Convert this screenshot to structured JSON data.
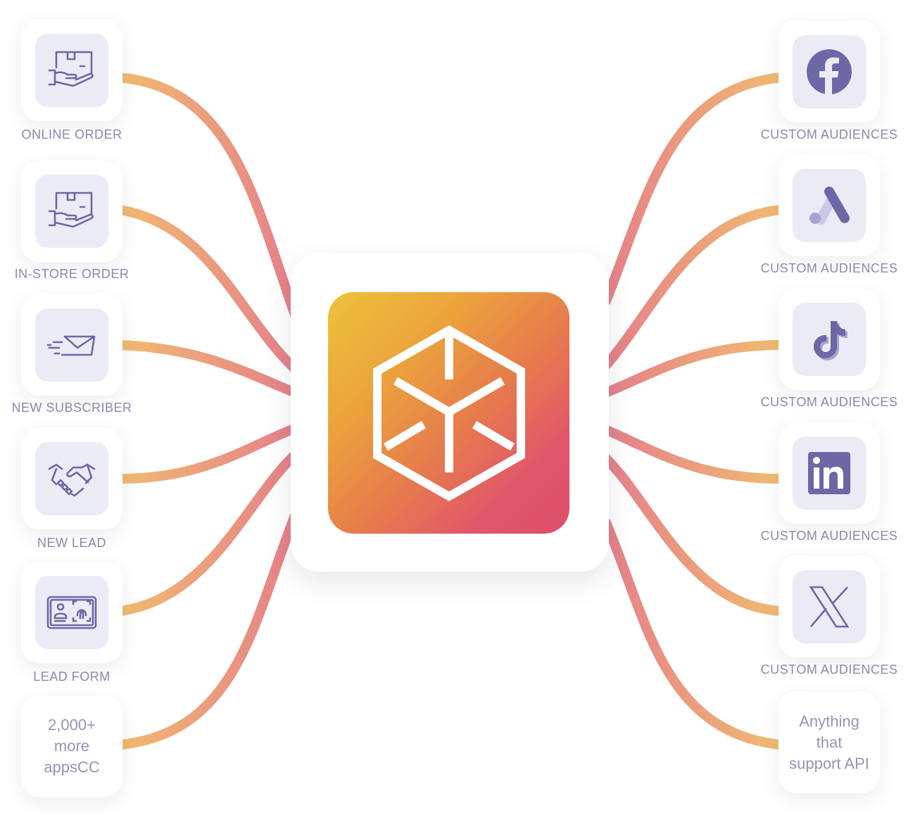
{
  "sources": [
    {
      "label": "ONLINE ORDER",
      "icon": "box-in-hand-icon"
    },
    {
      "label": "IN-STORE ORDER",
      "icon": "box-in-hand-icon"
    },
    {
      "label": "NEW SUBSCRIBER",
      "icon": "fast-mail-icon"
    },
    {
      "label": "NEW LEAD",
      "icon": "handshake-icon"
    },
    {
      "label": "LEAD FORM",
      "icon": "id-fingerprint-icon"
    }
  ],
  "more_apps": {
    "line1": "2,000+",
    "line2": "more",
    "line3": "appsCC"
  },
  "destinations": [
    {
      "label": "CUSTOM AUDIENCES",
      "icon": "facebook-icon"
    },
    {
      "label": "CUSTOM AUDIENCES",
      "icon": "google-ads-icon"
    },
    {
      "label": "CUSTOM AUDIENCES",
      "icon": "tiktok-icon"
    },
    {
      "label": "CUSTOM AUDIENCES",
      "icon": "linkedin-icon"
    },
    {
      "label": "CUSTOM AUDIENCES",
      "icon": "x-icon"
    }
  ],
  "api": {
    "line1": "Anything",
    "line2": "that",
    "line3": "support API"
  },
  "colors": {
    "icon": "#6b68a5",
    "tile": "#ebebf6",
    "line_start": "#f2bd72",
    "line_end": "#e67f86"
  }
}
